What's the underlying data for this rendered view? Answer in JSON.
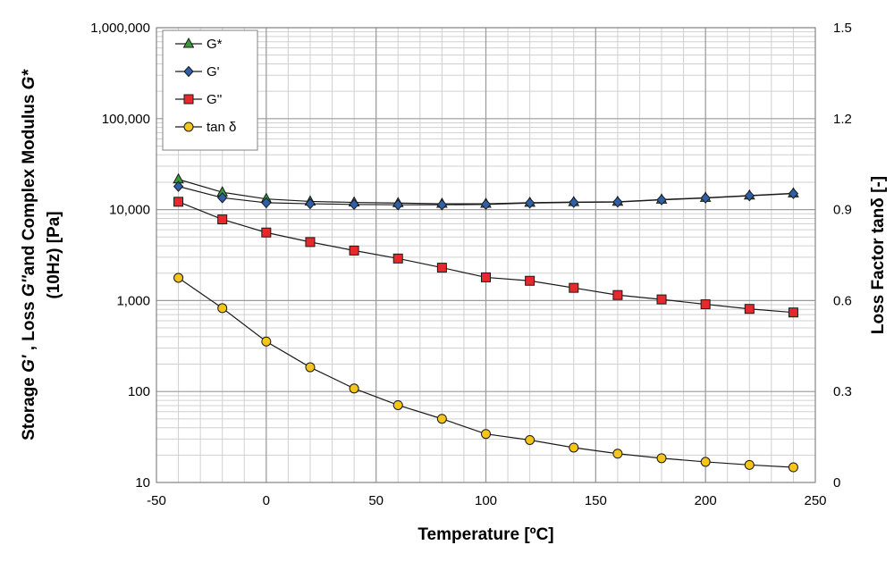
{
  "chart_data": {
    "type": "line",
    "x": [
      -40,
      -20,
      0,
      20,
      40,
      60,
      80,
      100,
      120,
      140,
      160,
      180,
      200,
      220,
      240
    ],
    "xlim": [
      -50,
      250
    ],
    "x_ticks": [
      -50,
      0,
      50,
      100,
      150,
      200,
      250
    ],
    "x_tick_labels": [
      "-50",
      "0",
      "50",
      "100",
      "150",
      "200",
      "250"
    ],
    "xlabel": "Temperature [ºC]",
    "ylabel_left": {
      "line1_parts": [
        "Storage ",
        "G'",
        " , Loss ",
        "G''",
        "and  Complex Modulus ",
        "G*"
      ],
      "line2": "(10Hz) [Pa]"
    },
    "ylabel_right": "Loss Factor tanδ [-]",
    "y_left": {
      "scale": "log",
      "lim": [
        10,
        1000000
      ],
      "ticks": [
        10,
        100,
        1000,
        10000,
        100000,
        1000000
      ],
      "tick_labels": [
        "10",
        "100",
        "1,000",
        "10,000",
        "100,000",
        "1,000,000"
      ]
    },
    "y_right": {
      "scale": "linear",
      "lim": [
        0,
        1.5
      ],
      "ticks": [
        0,
        0.3,
        0.6,
        0.9,
        1.2,
        1.5
      ],
      "tick_labels": [
        "0",
        "0.3",
        "0.6",
        "0.9",
        "1.2",
        "1.5"
      ]
    },
    "grid": true,
    "legend_position": "top-left",
    "series": [
      {
        "name": "G*",
        "axis": "left",
        "marker": "triangle",
        "color": "#3a9a3a",
        "values": [
          21500,
          15500,
          13100,
          12300,
          12000,
          11800,
          11600,
          11600,
          11900,
          12100,
          12200,
          12900,
          13500,
          14300,
          15100
        ]
      },
      {
        "name": "G'",
        "axis": "left",
        "marker": "diamond",
        "color": "#2e5fa8",
        "values": [
          18000,
          13500,
          11900,
          11600,
          11400,
          11300,
          11300,
          11400,
          11800,
          12000,
          12100,
          12800,
          13400,
          14200,
          15000
        ]
      },
      {
        "name": "G''",
        "axis": "left",
        "marker": "square",
        "color": "#e8282a",
        "values": [
          12200,
          7800,
          5600,
          4400,
          3550,
          2900,
          2300,
          1800,
          1650,
          1380,
          1150,
          1030,
          910,
          810,
          740
        ]
      },
      {
        "name": "tan δ",
        "axis": "right",
        "marker": "circle",
        "color": "#f5c518",
        "values": [
          0.675,
          0.575,
          0.465,
          0.38,
          0.31,
          0.255,
          0.21,
          0.16,
          0.14,
          0.115,
          0.095,
          0.08,
          0.068,
          0.058,
          0.05
        ]
      }
    ]
  }
}
